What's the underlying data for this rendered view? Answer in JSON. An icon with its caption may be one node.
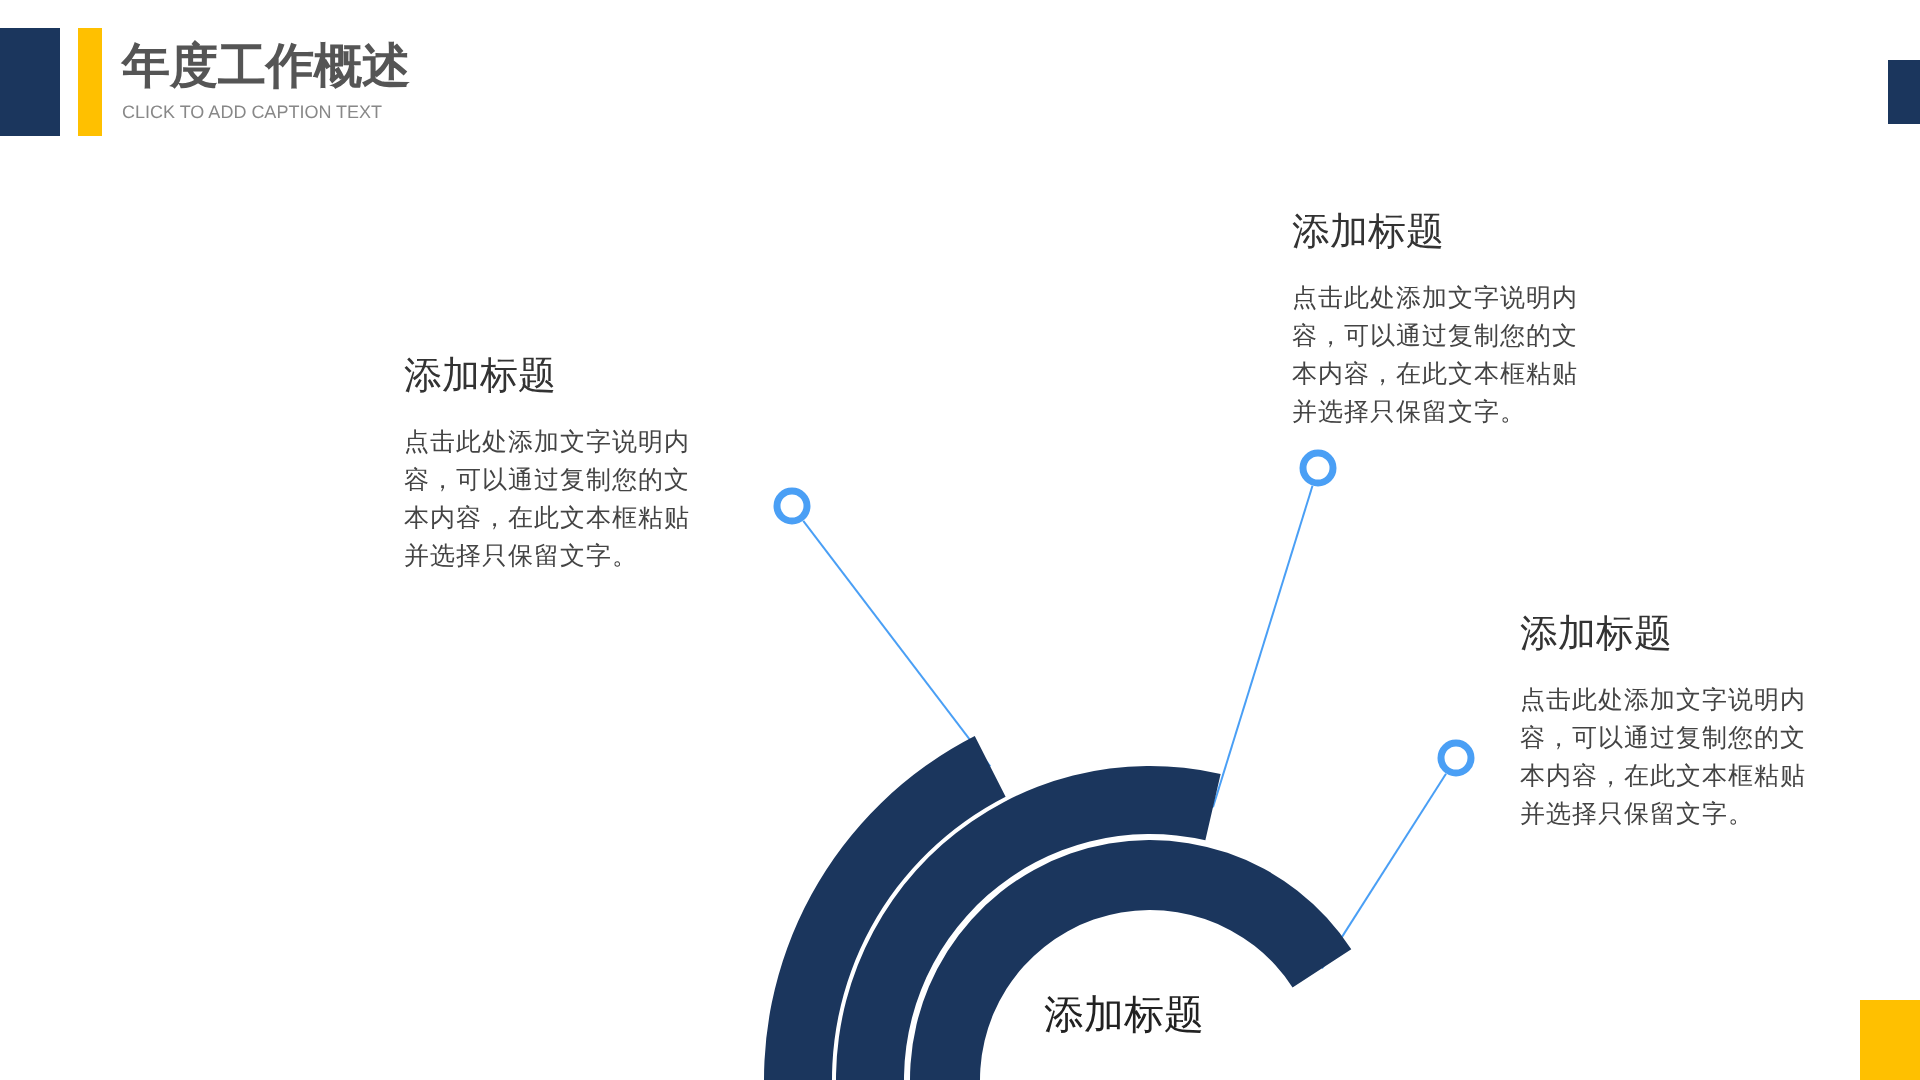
{
  "diagram": {
    "title": "年度工作概述",
    "nodes": [
      {
        "text": [],
        "shape": "circle"
      },
      {
        "text": [],
        "shape": "circle"
      },
      {
        "text": [],
        "shape": "circle"
      },
      {
        "text": [],
        "shape": "arc"
      },
      {
        "text": [],
        "shape": "arc"
      },
      {
        "text": [],
        "shape": "arc"
      }
    ],
    "edges": [
      {
        "from": 0,
        "to": 3,
        "arrow": "none"
      },
      {
        "from": 1,
        "to": 4,
        "arrow": "none"
      },
      {
        "from": 2,
        "to": 5,
        "arrow": "none"
      }
    ],
    "labels": [
      "CLICK TO ADD CAPTION TEXT",
      "添加标题",
      "点击此处添加文字说明内容，可以通过复制您的文本内容，在此文本框粘贴并选择只保留文字。",
      "添加标题",
      "点击此处添加文字说明内容，可以通过复制您的文本内容，在此文本框粘贴并选择只保留文字。",
      "添加标题",
      "点击此处添加文字说明内容，可以通过复制您的文本内容，在此文本框粘贴并选择只保留文字。",
      "添加标题"
    ]
  }
}
